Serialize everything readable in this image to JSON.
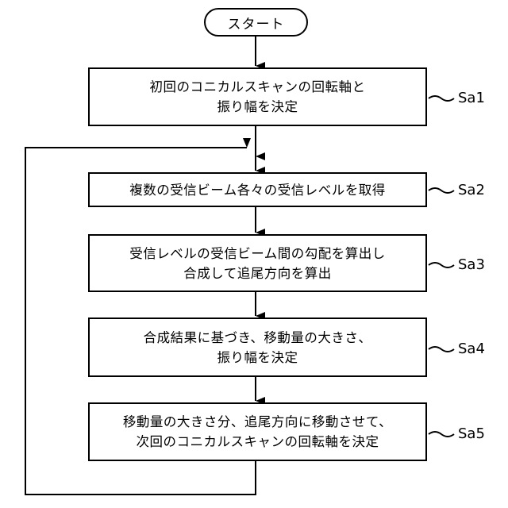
{
  "start": "スタート",
  "steps": [
    {
      "id": "Sa1",
      "lines": [
        "初回のコニカルスキャンの回転軸と",
        "振り幅を決定"
      ]
    },
    {
      "id": "Sa2",
      "lines": [
        "複数の受信ビーム各々の受信レベルを取得"
      ]
    },
    {
      "id": "Sa3",
      "lines": [
        "受信レベルの受信ビーム間の勾配を算出し",
        "合成して追尾方向を算出"
      ]
    },
    {
      "id": "Sa4",
      "lines": [
        "合成結果に基づき、移動量の大きさ、",
        "振り幅を決定"
      ]
    },
    {
      "id": "Sa5",
      "lines": [
        "移動量の大きさ分、追尾方向に移動させて、",
        "次回のコニカルスキャンの回転軸を決定"
      ]
    }
  ]
}
